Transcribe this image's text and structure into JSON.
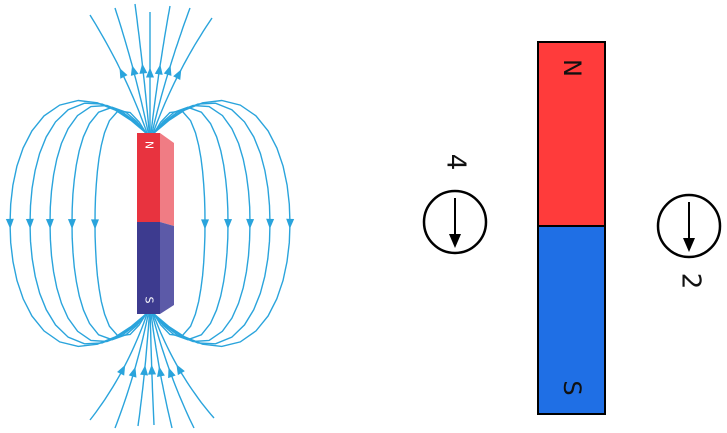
{
  "left_diagram": {
    "magnet": {
      "north_label": "N",
      "south_label": "S",
      "north_color": "#e8333f",
      "south_color": "#3d3b8f",
      "north_side_color": "#f07c84",
      "south_side_color": "#5c5aa8"
    },
    "field_line_color": "#2aa4dc"
  },
  "right_diagram": {
    "magnet": {
      "north_label": "N",
      "south_label": "S",
      "north_color": "#ff3b3b",
      "south_color": "#1f6fe5",
      "outline_color": "#000000"
    },
    "compasses": [
      {
        "label": "4",
        "needle": "arrow-down"
      },
      {
        "label": "2",
        "needle": "arrow-down"
      }
    ]
  }
}
